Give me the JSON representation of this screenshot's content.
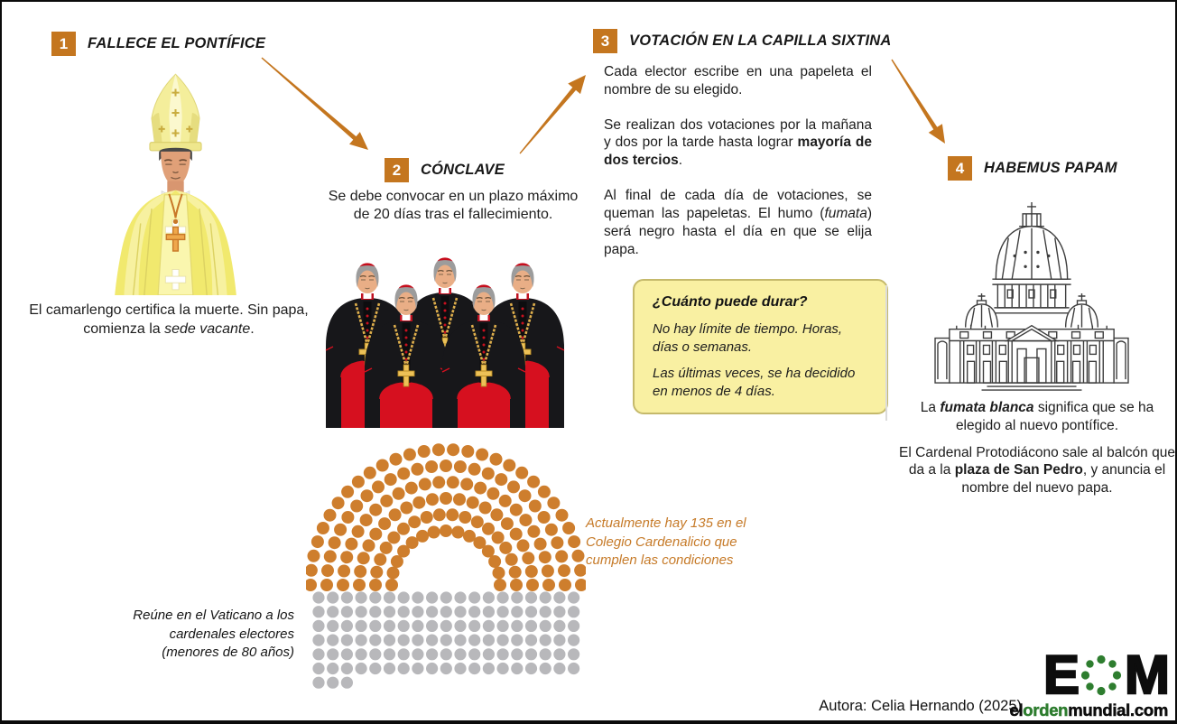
{
  "colors": {
    "accent": "#C4761F",
    "elector_dot": "#CE7E2D",
    "non_elector_dot": "#B8B8BB",
    "note_orange": "#C67A28",
    "logo_green": "#2E7D2F",
    "box_bg": "#F9F0A2",
    "box_border": "#C5B96B"
  },
  "step1": {
    "number": "1",
    "title": "FALLECE EL PONTÍFICE",
    "caption_1": "El camarlengo certifica la muerte. Sin papa, comienza la ",
    "caption_em": "sede vacante",
    "caption_2": "."
  },
  "step2": {
    "number": "2",
    "title": "CÓNCLAVE",
    "text": "Se debe convocar en un plazo máximo de 20 días tras el fallecimiento.",
    "electors_note": "Actualmente hay 135 en el Colegio Cardenalicio que cumplen las condiciones",
    "electors_caption": "Reúne en el Vaticano a los cardenales electores (menores de 80 años)"
  },
  "step3": {
    "number": "3",
    "title": "VOTACIÓN EN LA CAPILLA SIXTINA",
    "p1": "Cada elector escribe en una papeleta el nombre de su elegido.",
    "p2_1": "Se realizan dos votaciones por la mañana y dos por la tarde hasta lograr ",
    "p2_bold": "mayoría de dos tercios",
    "p2_2": ".",
    "p3_1": "Al final de cada día de votaciones, se queman las papeletas. El humo (",
    "p3_em": "fumata",
    "p3_2": ") será negro hasta el día en que se elija papa.",
    "box_title": "¿Cuánto puede durar?",
    "box_line1": "No hay límite de tiempo. Horas, días o semanas.",
    "box_line2": "Las últimas veces, se ha decidido en menos de 4 días."
  },
  "step4": {
    "number": "4",
    "title": "HABEMUS PAPAM",
    "p1_1": "La ",
    "p1_em": "fumata blanca",
    "p1_2": " significa que se ha elegido al nuevo pontífice.",
    "p2_1": "El Cardenal Protodiácono sale al balcón que da a la ",
    "p2_bold": "plaza de San Pedro",
    "p2_2": ", y anuncia el nombre del nuevo papa."
  },
  "electors_chart": {
    "type": "parliament-dots",
    "elector_count": 135,
    "arc_counts": [
      15,
      18,
      21,
      24,
      27,
      30
    ],
    "elector_color": "#CE7E2D",
    "non_elector_count": 117,
    "grid_columns": 19,
    "non_elector_color": "#B8B8BB"
  },
  "footer": {
    "author": "Autora: Celia Hernando (2025)",
    "logo_e": "E",
    "logo_m": "M",
    "url_el": "el",
    "url_orden": "orden",
    "url_rest": "mundial.com"
  }
}
